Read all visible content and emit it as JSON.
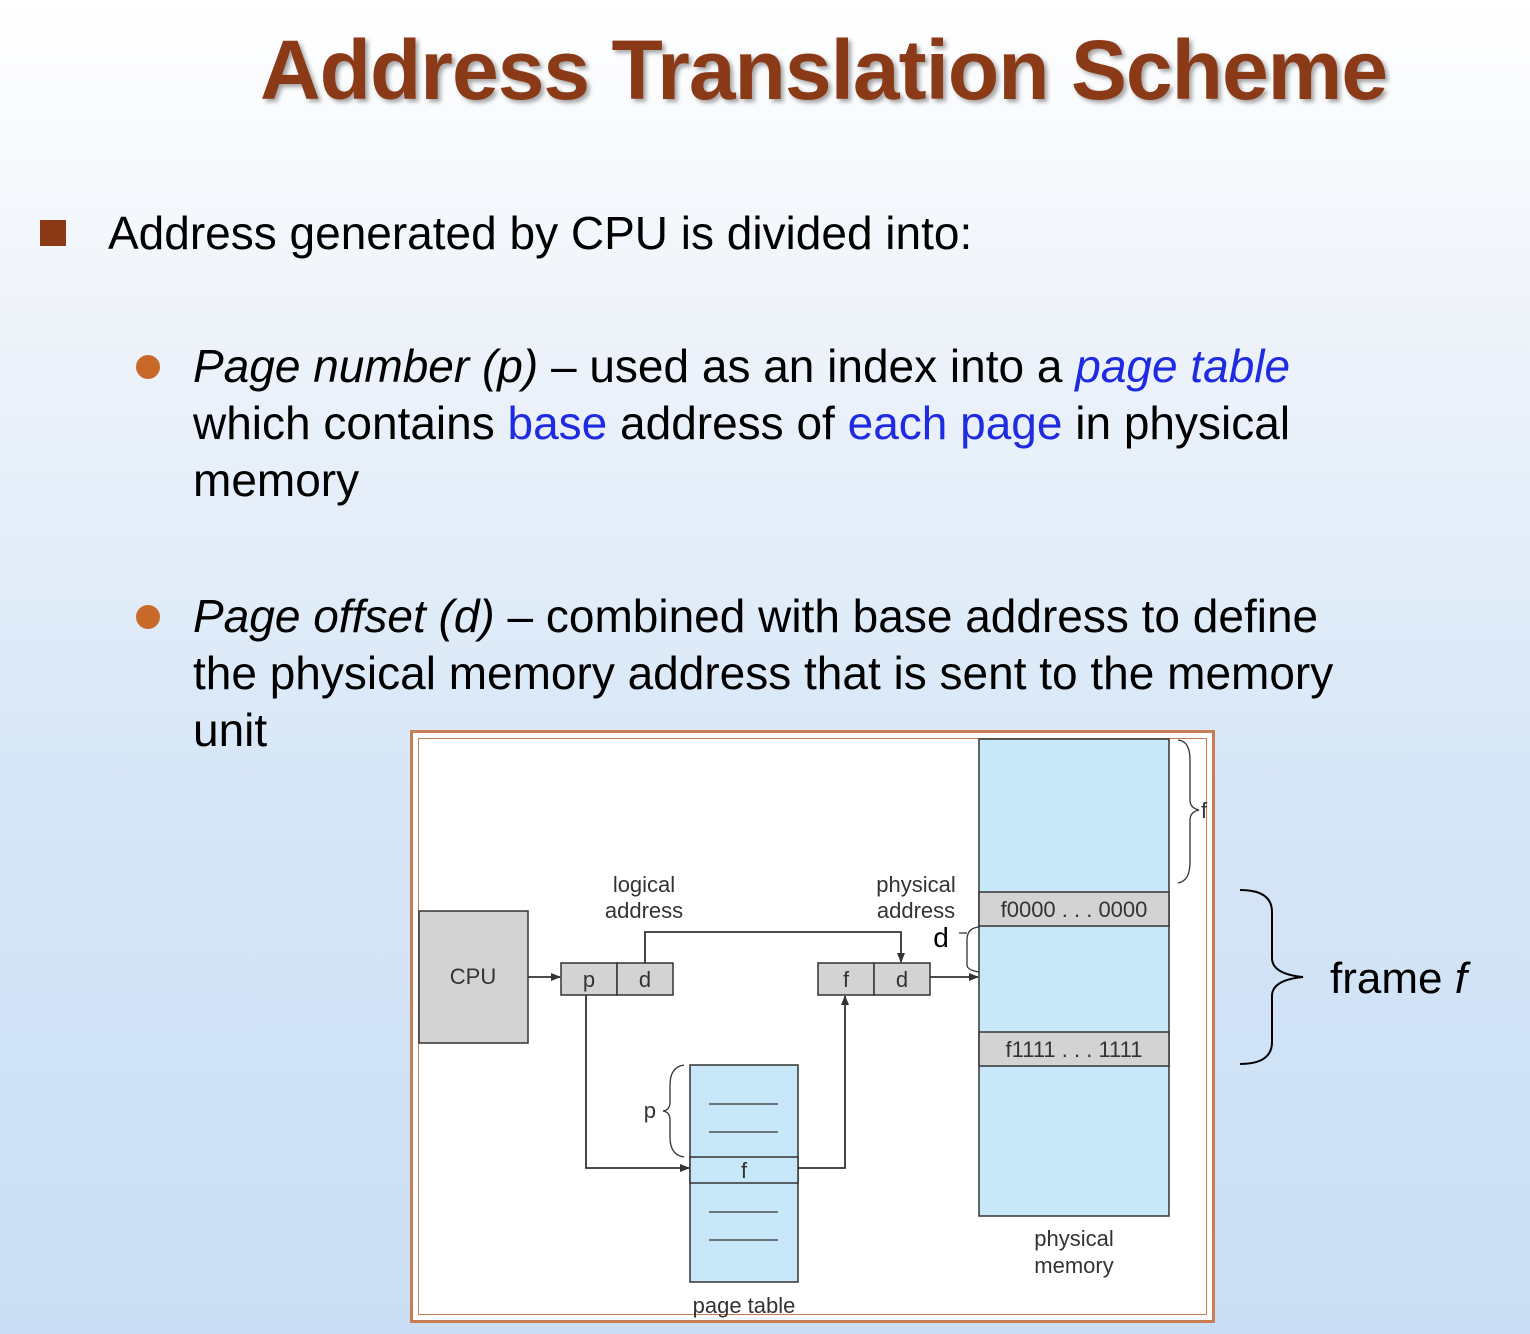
{
  "title": "Address Translation Scheme",
  "bullet_main": "Address generated by CPU is divided into:",
  "bullet_page_number": {
    "term": "Page number (p)",
    "text_1": " – used as an index into a ",
    "term_blue": "page table",
    "text_2": "which contains ",
    "blue_1": "base",
    "text_3": " address of ",
    "blue_2": "each page",
    "text_4": " in physical memory"
  },
  "bullet_page_offset": {
    "term": "Page offset (d)",
    "text": " – combined with base address to define the physical memory address that is sent to the memory unit"
  },
  "diagram": {
    "cpu": "CPU",
    "logical_address_1": "logical",
    "logical_address_2": "address",
    "physical_address_1": "physical",
    "physical_address_2": "address",
    "p": "p",
    "d": "d",
    "f": "f",
    "d_label": "d",
    "p_brace": "p",
    "f_brace": "f",
    "f_entry": "f",
    "range_start": "f0000 . . . 0000",
    "range_end": "f1111 . . . 1111",
    "page_table": "page table",
    "physical_memory_1": "physical",
    "physical_memory_2": "memory",
    "frame_label": "frame",
    "frame_var": "f"
  },
  "colors": {
    "title": "#8b3a17",
    "bullet_square": "#8b3a17",
    "bullet_dot": "#c8692a",
    "highlight_blue": "#1f2be0",
    "memory_fill": "#c8e7f9",
    "box_fill": "#d3d3d3",
    "frame_border": "#c87e55"
  }
}
